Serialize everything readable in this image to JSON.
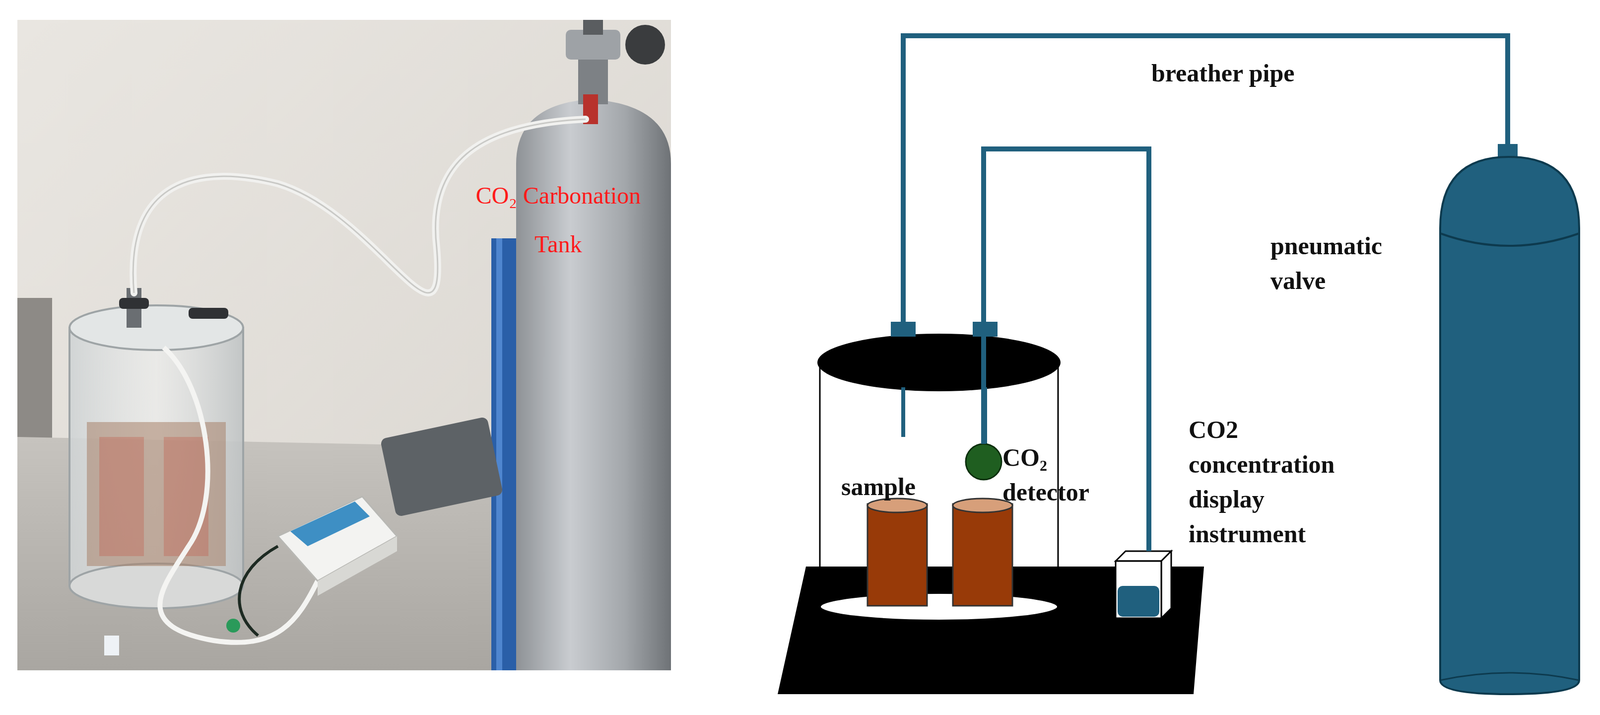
{
  "diagram": {
    "nodes": [
      {
        "text": [
          "sample"
        ]
      },
      {
        "text": [
          "CO₂ detector"
        ]
      },
      {
        "text": [
          "CO2 concentration display instrument"
        ]
      },
      {
        "text": [
          "pneumatic valve"
        ]
      }
    ],
    "edges": [
      {
        "from": 1,
        "to": 2,
        "arrow": "none"
      }
    ],
    "labels": [
      "CO₂ Carbonation Tank",
      "breather pipe"
    ]
  }
}
